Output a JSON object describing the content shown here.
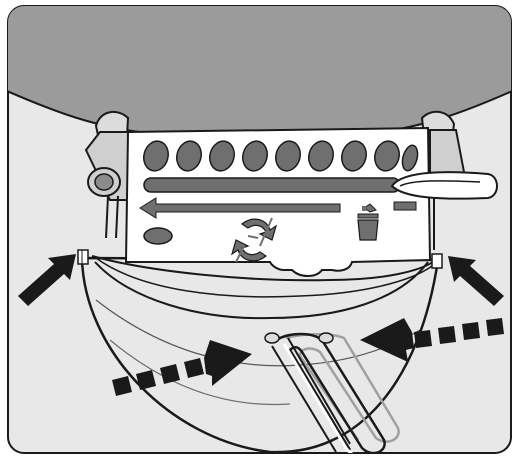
{
  "diagram": {
    "caption": "",
    "colors": {
      "frame_fill": "#e8e8e8",
      "bowl_fill": "#9b9b9b",
      "outline": "#1a1a1a",
      "panel_fill": "#ffffff",
      "part_fill": "#dcdcdc",
      "slot_fill": "#6f6f6f",
      "arrow_fill": "#1a1a1a",
      "ghost_handle": "#a0a0a0"
    },
    "icons": {
      "slide_bar": "slider-icon",
      "direction": "arrow-left-icon",
      "rotate": "rotate-arrows-icon",
      "ash_bin": "trash-bin-icon",
      "blob": "oval-icon"
    },
    "callouts": [
      {
        "name": "left-clip-arrow",
        "style": "solid"
      },
      {
        "name": "right-clip-arrow",
        "style": "solid"
      },
      {
        "name": "left-handle-arrow",
        "style": "dashed"
      },
      {
        "name": "right-handle-arrow",
        "style": "dashed"
      }
    ]
  }
}
